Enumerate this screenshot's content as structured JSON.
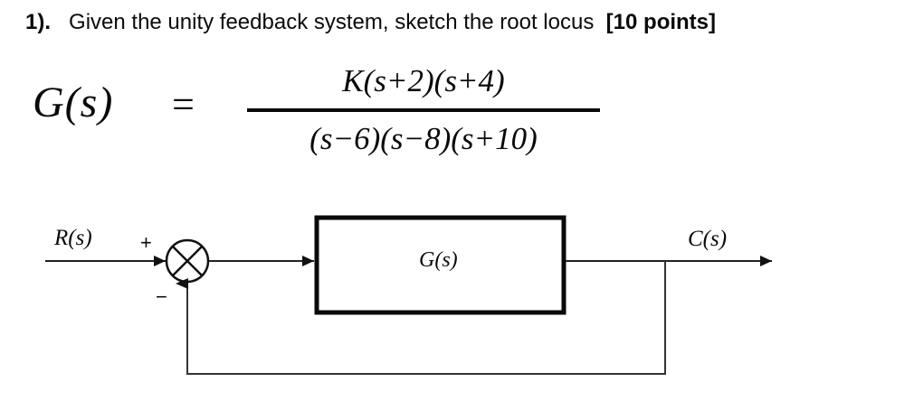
{
  "question": {
    "number": "1).",
    "body": "Given the unity feedback system, sketch the root locus",
    "points": "[10 points]"
  },
  "equation": {
    "lhs": "G(s)",
    "equals": "=",
    "numerator": "K(s+2)(s+4)",
    "denominator": "(s−6)(s−8)(s+10)"
  },
  "diagram": {
    "input_label": "R(s)",
    "output_label": "C(s)",
    "block_label": "G(s)",
    "summing_plus": "+",
    "summing_minus": "−"
  },
  "colors": {
    "ink": "#0a0a0a",
    "line": "#333333",
    "background": "#ffffff"
  }
}
